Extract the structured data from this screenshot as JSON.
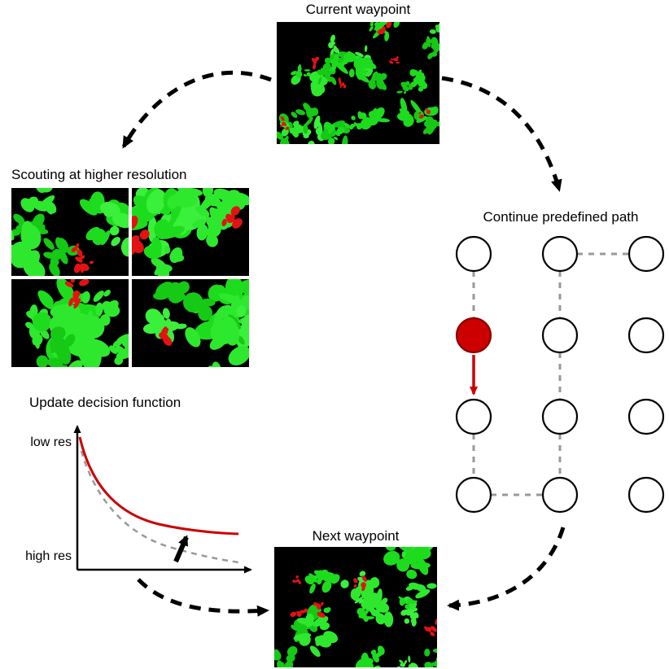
{
  "labels": {
    "current_waypoint": "Current waypoint",
    "scouting": "Scouting at higher resolution",
    "continue_path": "Continue predefined path",
    "update_decision": "Update decision function",
    "next_waypoint": "Next waypoint"
  },
  "decision_plot": {
    "type": "line",
    "y_axis_labels": {
      "top": "low res",
      "bottom": "high res"
    },
    "series": [
      {
        "name": "updated decision function",
        "style": "solid",
        "color": "#cc0000"
      },
      {
        "name": "previous decision function",
        "style": "dashed",
        "color": "#999999"
      }
    ]
  },
  "path_grid": {
    "columns": 3,
    "rows": 4,
    "current_node": {
      "column": 0,
      "row": 1
    },
    "node_fill": "#ffffff",
    "node_stroke": "#000000",
    "current_fill": "#cc0000",
    "line_color": "#999999"
  },
  "colors": {
    "plant_green": "#23e023",
    "patch_red": "#e41212",
    "image_background": "#000000",
    "flow_arrow": "#000000"
  }
}
